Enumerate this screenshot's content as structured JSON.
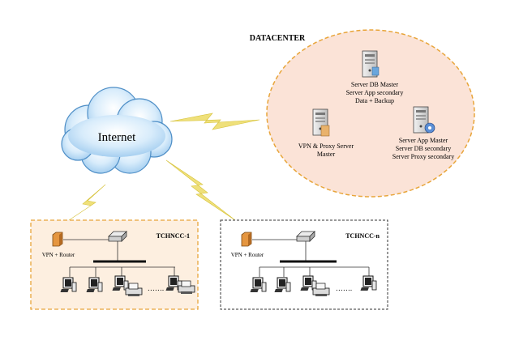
{
  "internet": {
    "label": "Internet"
  },
  "datacenter": {
    "title": "DATACENTER",
    "server1": [
      "Server DB Master",
      "Server App secondary",
      "Data + Backup"
    ],
    "server2": [
      "VPN & Proxy Server",
      "Master"
    ],
    "server3": [
      "Server App Master",
      "Server DB secondary",
      "Server Proxy secondary"
    ]
  },
  "site1": {
    "title": "TCHNCC-1",
    "router_label": "VPN + Router",
    "ellipsis": "……."
  },
  "site2": {
    "title": "TCHNCC-n",
    "router_label": "VPN + Router",
    "ellipsis": "……."
  },
  "colors": {
    "datacenter_fill": "#fbe3d7",
    "dashed_border": "#e8a53a",
    "site1_fill": "#fdefe0",
    "lightning": "#efe07a",
    "cloud": "#b9dbf5"
  }
}
